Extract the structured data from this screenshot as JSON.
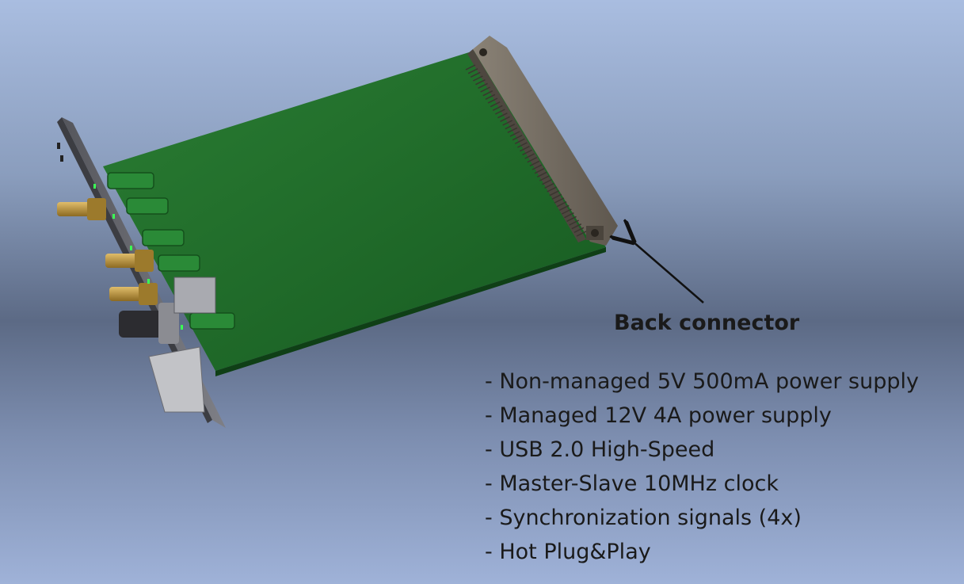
{
  "annotation": {
    "title": "Back connector"
  },
  "features": [
    "- Non-managed 5V 500mA power supply",
    "- Managed 12V 4A power supply",
    "- USB 2.0 High-Speed",
    "- Master-Slave 10MHz clock",
    "- Synchronization signals (4x)",
    "- Hot Plug&Play"
  ],
  "colors": {
    "pcb": "#1f6b2a",
    "pcb_dark": "#164f1f",
    "connector": "#6e665c",
    "panel": "#6d6d72",
    "gold": "#b8923a",
    "arrow": "#111111"
  }
}
